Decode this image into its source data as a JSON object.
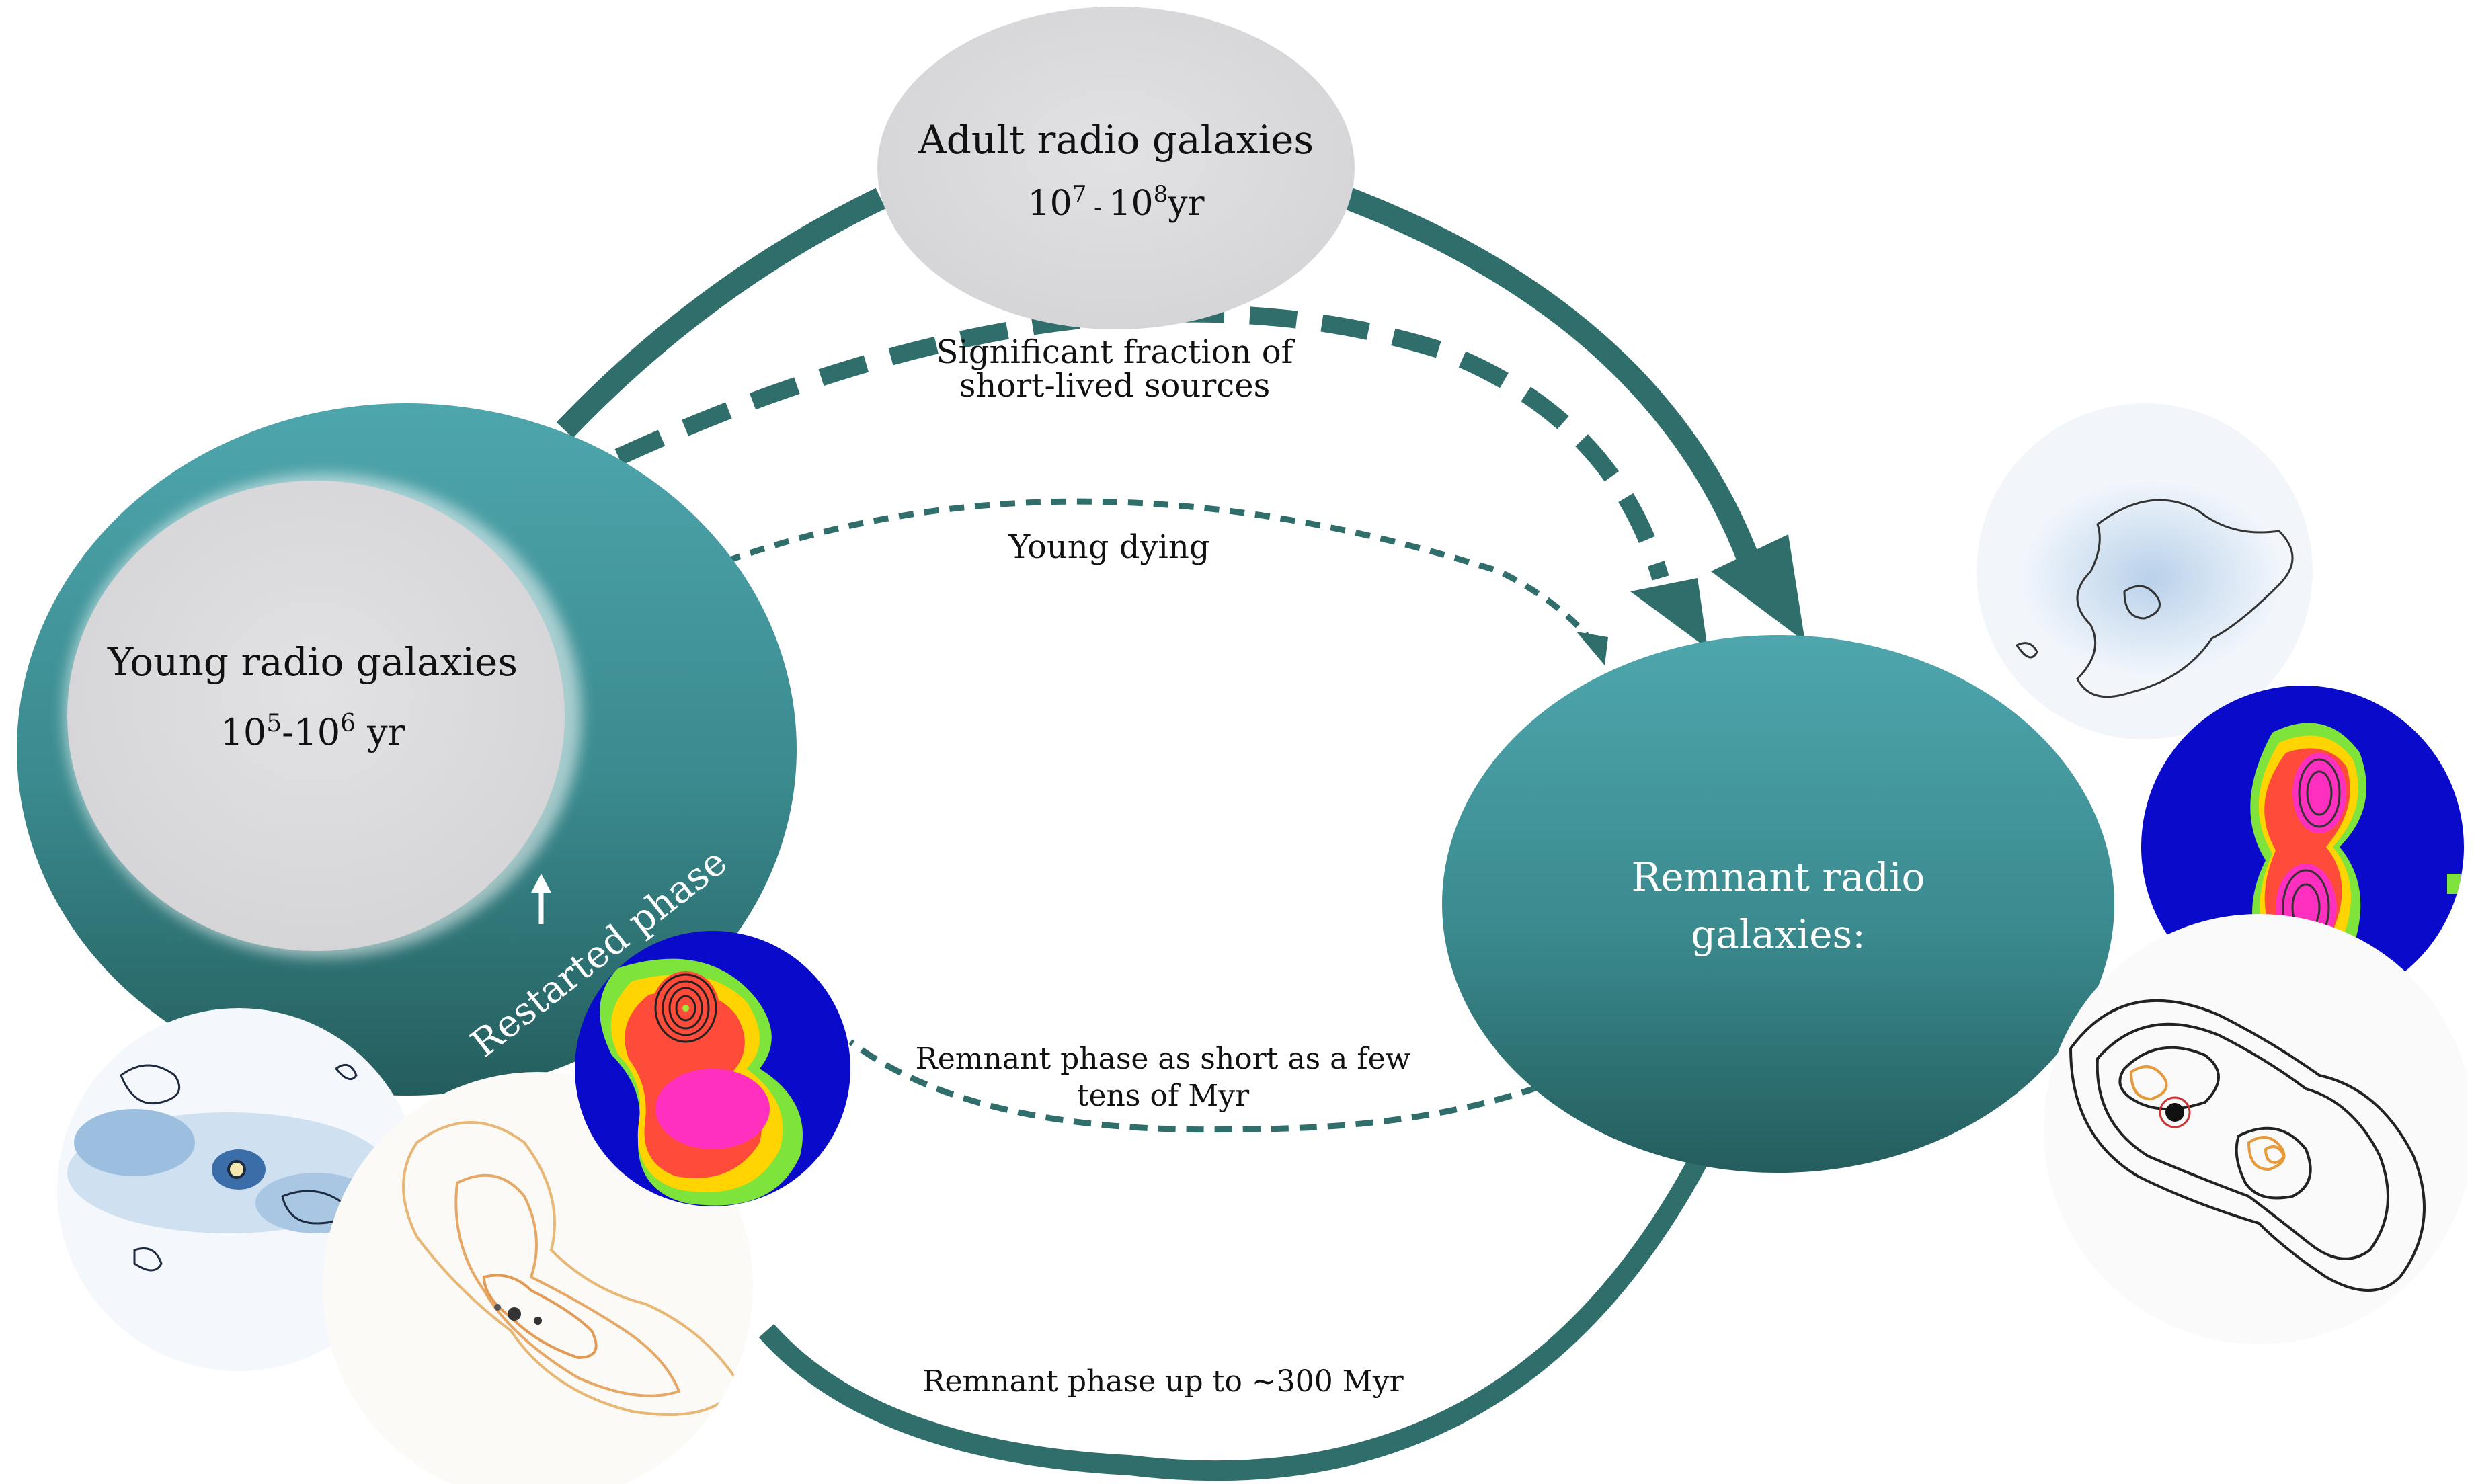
{
  "nodes": {
    "adult": {
      "title": "Adult radio galaxies",
      "age": {
        "base1": "10",
        "exp1": "7",
        "sep": " - ",
        "base2": "10",
        "exp2": "8",
        "unit": "yr"
      }
    },
    "young": {
      "title": "Young radio galaxies",
      "age": {
        "base1": "10",
        "exp1": "5",
        "sep": "-",
        "base2": "10",
        "exp2": "6",
        "unit": " yr"
      },
      "restart_label": "Restarted phase"
    },
    "remnant": {
      "title_line1": "Remnant radio",
      "title_line2": "galaxies:"
    }
  },
  "edges": {
    "short_lived": {
      "line1": "Significant fraction of",
      "line2": "short-lived sources"
    },
    "young_dying": {
      "label": "Young dying"
    },
    "remnant_short": {
      "line1": "Remnant phase as short as a few",
      "line2": "tens of Myr"
    },
    "remnant_long": {
      "label": "Remnant phase  up to ~300 Myr"
    }
  },
  "colors": {
    "teal_dark": "#2f6e6b",
    "teal_light": "#4a9ea6",
    "teal_deep": "#235a5a",
    "grey_node": "#dcdcde",
    "text": "#111111",
    "white": "#ffffff"
  }
}
